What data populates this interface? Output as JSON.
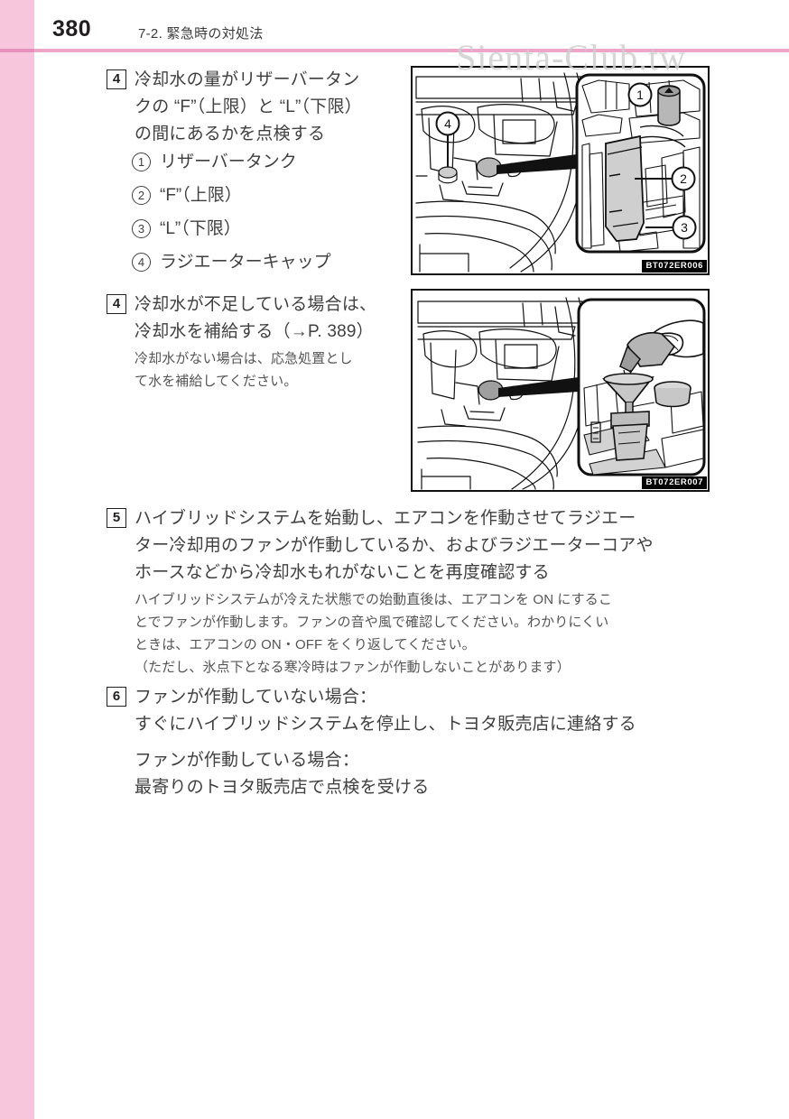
{
  "page": {
    "number": "380",
    "chapter": "7-2. 緊急時の対処法",
    "watermark": "Sienta-Club.tw",
    "accent_color": "#eda6c8",
    "tab_color": "#f7c3da"
  },
  "steps": [
    {
      "num": "4",
      "text": "冷却水の量がリザーバータンクの “F”（上限）と “L”（下限）の間にあるかを点検する",
      "lines": [
        "冷却水の量がリザーバータン",
        "クの “F”（上限）と “L”（下限）",
        "の間にあるかを点検する"
      ]
    },
    {
      "num": "4",
      "text": "冷却水が不足している場合は、冷却水を補給する（→P. 389）",
      "lines": [
        "冷却水が不足している場合は、",
        "冷却水を補給する（→P. 389）"
      ],
      "note_lines": [
        "冷却水がない場合は、応急処置とし",
        "て水を補給してください。"
      ]
    },
    {
      "num": "5",
      "text": "ハイブリッドシステムを始動し、エアコンを作動させてラジエーター冷却用のファンが作動しているか、およびラジエーターコアやホースなどから冷却水もれがないことを再度確認する",
      "lines": [
        "ハイブリッドシステムを始動し、エアコンを作動させてラジエー",
        "ター冷却用のファンが作動しているか、およびラジエーターコアや",
        "ホースなどから冷却水もれがないことを再度確認する"
      ],
      "note_lines": [
        "ハイブリッドシステムが冷えた状態での始動直後は、エアコンを ON にするこ",
        "とでファンが作動します。ファンの音や風で確認してください。わかりにくい",
        "ときは、エアコンの ON・OFF をくり返してください。",
        "（ただし、氷点下となる寒冷時はファンが作動しないことがあります）"
      ]
    },
    {
      "num": "6",
      "text": "ファンが作動していない場合：すぐにハイブリッドシステムを停止し、トヨタ販売店に連絡する",
      "lines": [
        "ファンが作動していない場合：",
        "すぐにハイブリッドシステムを停止し、トヨタ販売店に連絡する"
      ],
      "extra_lines": [
        "ファンが作動している場合：",
        "最寄りのトヨタ販売店で点検を受ける"
      ]
    }
  ],
  "callouts": [
    {
      "num": "1",
      "label": "リザーバータンク"
    },
    {
      "num": "2",
      "label": "“F”（上限）"
    },
    {
      "num": "3",
      "label": "“L”（下限）"
    },
    {
      "num": "4",
      "label": "ラジエーターキャップ"
    }
  ],
  "illustrations": [
    {
      "id": "BT072ER006",
      "alt": "エンジンルームとリザーバータンクの拡大図",
      "markers": [
        "4",
        "1",
        "2",
        "3"
      ]
    },
    {
      "id": "BT072ER007",
      "alt": "リザーバータンクへの冷却水補給の拡大図",
      "markers": []
    }
  ]
}
